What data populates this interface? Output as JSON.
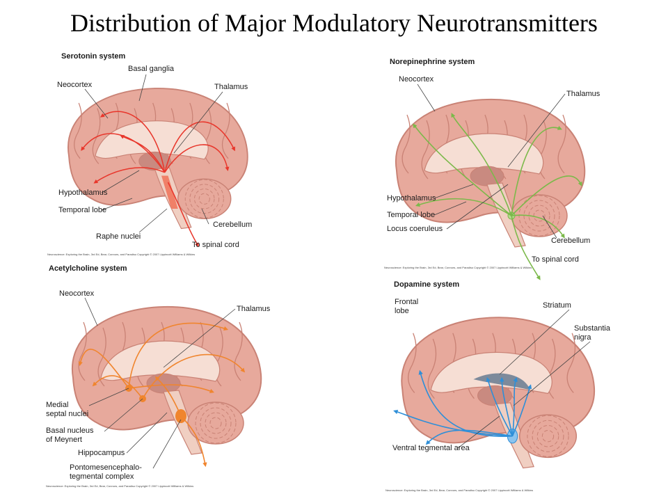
{
  "slide": {
    "title": "Distribution  of Major Modulatory Neurotransmitters"
  },
  "credit": "Neuroscience: Exploring the Brain, 3rd Ed, Bear, Connors, and Paradiso Copyright © 2007 Lippincott Williams & Wilkins",
  "colors": {
    "brain": "#e7a99c",
    "brain_dark": "#c98275",
    "inner": "#f6ded4",
    "serotonin": "#e8362b",
    "norepinephrine": "#7bb94a",
    "acetylcholine": "#f0852e",
    "dopamine": "#2f8fd8"
  },
  "panels": [
    {
      "title": "Serotonin system",
      "labels": [
        "Basal ganglia",
        "Neocortex",
        "Thalamus",
        "Hypothalamus",
        "Temporal lobe",
        "Raphe nuclei",
        "Cerebellum",
        "To spinal cord"
      ]
    },
    {
      "title": "Norepinephrine system",
      "labels": [
        "Neocortex",
        "Thalamus",
        "Hypothalamus",
        "Temporal lobe",
        "Locus coeruleus",
        "Cerebellum",
        "To spinal cord"
      ]
    },
    {
      "title": "Acetylcholine system",
      "labels": [
        "Neocortex",
        "Thalamus",
        "Medial\nseptal nuclei",
        "Basal nucleus\nof Meynert",
        "Hippocampus",
        "Pontomesencephalo-\ntegmental complex"
      ]
    },
    {
      "title": "Dopamine system",
      "labels": [
        "Frontal\nlobe",
        "Striatum",
        "Substantia\nnigra",
        "Ventral tegmental area"
      ]
    }
  ]
}
